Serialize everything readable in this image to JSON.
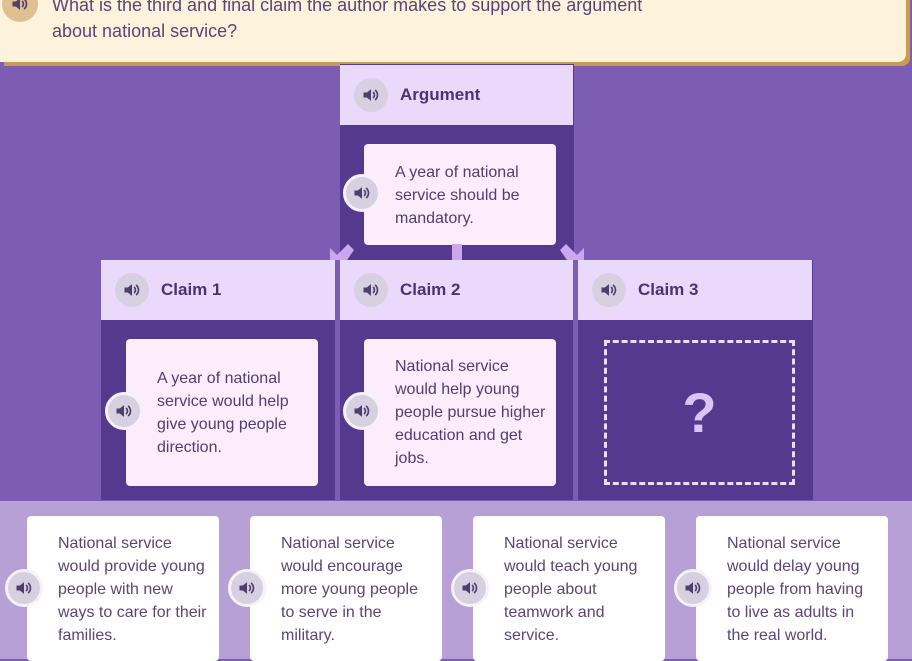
{
  "question": "What is the third and final claim the author makes to support the argument about national service?",
  "argument": {
    "header": "Argument",
    "text": "A year of national service should be mandatory."
  },
  "claims": [
    {
      "header": "Claim 1",
      "text": "A year of national service would help give young people direction."
    },
    {
      "header": "Claim 2",
      "text": "National service would help young people pursue higher education and get jobs."
    },
    {
      "header": "Claim 3",
      "placeholder": "?"
    }
  ],
  "options": [
    "National service would provide young people with new ways to care for their families.",
    "National service would encourage more young people to serve in the military.",
    "National service would teach young people about teamwork and service.",
    "National service would delay young people from having to live as adults in the real world."
  ],
  "colors": {
    "background": "#7d5db3",
    "column": "#55398e",
    "header": "#ebd9fb",
    "card": "#fbedfc",
    "tray": "#b6a0d6"
  },
  "icons": {
    "speaker": "speaker-icon",
    "arrow": "arrow-down-icon"
  }
}
